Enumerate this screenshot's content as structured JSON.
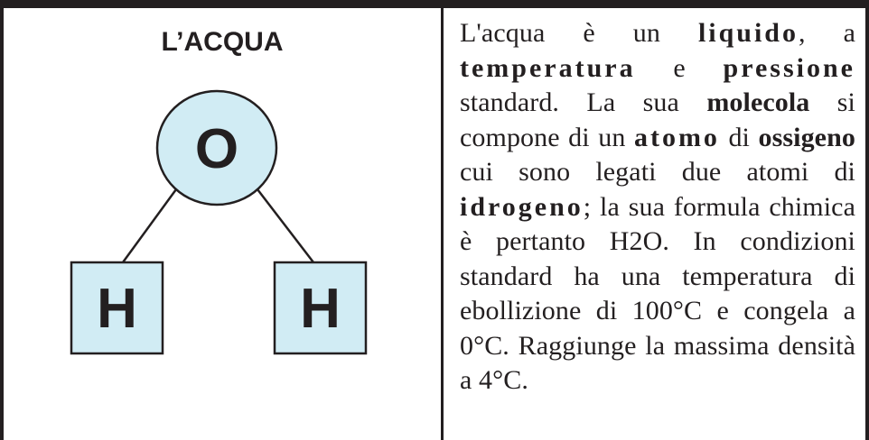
{
  "title": "L’ACQUA",
  "diagram": {
    "oxygen_label": "O",
    "hydrogen_left_label": "H",
    "hydrogen_right_label": "H",
    "fill_color": "#d1ecf4",
    "stroke_color": "#231f20"
  },
  "description": [
    {
      "text": "L'acqua è un ",
      "bold": false
    },
    {
      "text": "liquido",
      "bold": true,
      "spaced": true
    },
    {
      "text": ", a ",
      "bold": false
    },
    {
      "text": "temperatura",
      "bold": true,
      "spaced": true
    },
    {
      "text": " e ",
      "bold": false
    },
    {
      "text": "pressione",
      "bold": true,
      "spaced": true
    },
    {
      "text": " standard. La sua ",
      "bold": false
    },
    {
      "text": "molecola",
      "bold": true
    },
    {
      "text": " si compone di un ",
      "bold": false
    },
    {
      "text": "atomo",
      "bold": true,
      "spaced": true
    },
    {
      "text": " di ",
      "bold": false
    },
    {
      "text": "ossigeno",
      "bold": true
    },
    {
      "text": " cui sono legati due atomi di ",
      "bold": false
    },
    {
      "text": "idrogeno",
      "bold": true,
      "spaced": true
    },
    {
      "text": "; la sua formula chimica è pertanto H2O. In condizioni standard ha una temperatura di ebollizione di 100°C e congela a 0°C. Raggiunge la massima densità a 4°C.",
      "bold": false
    }
  ]
}
